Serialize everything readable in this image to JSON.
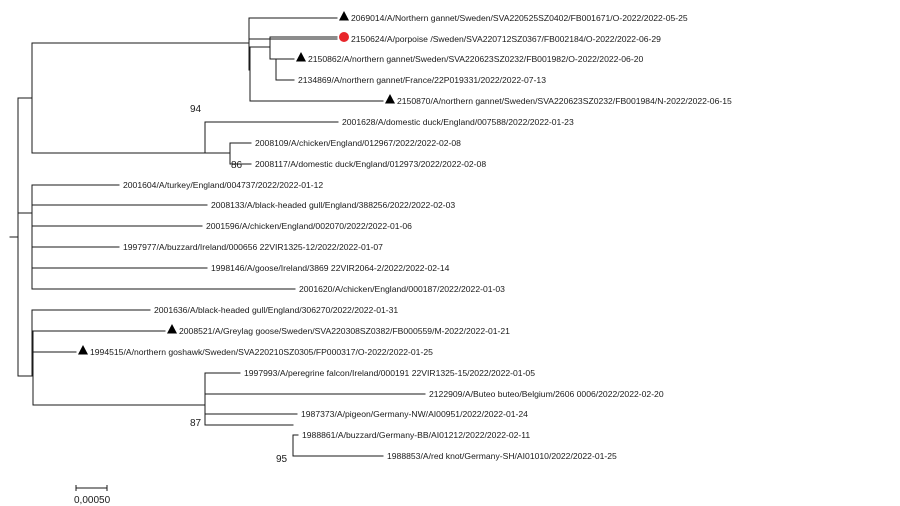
{
  "tree": {
    "leaves": [
      {
        "id": "l1",
        "label": "2069014/A/Northern gannet/Sweden/SVA220525SZ0402/FB001671/O-2022/2022-05-25",
        "marker": "triangle"
      },
      {
        "id": "l2",
        "label": "2150624/A/porpoise /Sweden/SVA220712SZ0367/FB002184/O-2022/2022-06-29",
        "marker": "circle"
      },
      {
        "id": "l3",
        "label": "2150862/A/northern gannet/Sweden/SVA220623SZ0232/FB001982/O-2022/2022-06-20",
        "marker": "triangle"
      },
      {
        "id": "l4",
        "label": "2134869/A/northern gannet/France/22P019331/2022/2022-07-13",
        "marker": "none"
      },
      {
        "id": "l5",
        "label": "2150870/A/northern gannet/Sweden/SVA220623SZ0232/FB001984/N-2022/2022-06-15",
        "marker": "triangle"
      },
      {
        "id": "l6",
        "label": "2001628/A/domestic duck/England/007588/2022/2022-01-23",
        "marker": "none"
      },
      {
        "id": "l7",
        "label": "2008109/A/chicken/England/012967/2022/2022-02-08",
        "marker": "none"
      },
      {
        "id": "l8",
        "label": "2008117/A/domestic duck/England/012973/2022/2022-02-08",
        "marker": "none"
      },
      {
        "id": "l9",
        "label": "2001604/A/turkey/England/004737/2022/2022-01-12",
        "marker": "none"
      },
      {
        "id": "l10",
        "label": "2008133/A/black-headed gull/England/388256/2022/2022-02-03",
        "marker": "none"
      },
      {
        "id": "l11",
        "label": "2001596/A/chicken/England/002070/2022/2022-01-06",
        "marker": "none"
      },
      {
        "id": "l12",
        "label": "1997977/A/buzzard/Ireland/000656 22VIR1325-12/2022/2022-01-07",
        "marker": "none"
      },
      {
        "id": "l13",
        "label": "1998146/A/goose/Ireland/3869 22VIR2064-2/2022/2022-02-14",
        "marker": "none"
      },
      {
        "id": "l14",
        "label": "2001620/A/chicken/England/000187/2022/2022-01-03",
        "marker": "none"
      },
      {
        "id": "l15",
        "label": "2001636/A/black-headed gull/England/306270/2022/2022-01-31",
        "marker": "none"
      },
      {
        "id": "l16",
        "label": "2008521/A/Greylag goose/Sweden/SVA220308SZ0382/FB000559/M-2022/2022-01-21",
        "marker": "triangle"
      },
      {
        "id": "l17",
        "label": "1994515/A/northern goshawk/Sweden/SVA220210SZ0305/FP000317/O-2022/2022-01-25",
        "marker": "triangle"
      },
      {
        "id": "l18",
        "label": "1997993/A/peregrine falcon/Ireland/000191 22VIR1325-15/2022/2022-01-05",
        "marker": "none"
      },
      {
        "id": "l19",
        "label": "2122909/A/Buteo buteo/Belgium/2606 0006/2022/2022-02-20",
        "marker": "none"
      },
      {
        "id": "l20",
        "label": "1987373/A/pigeon/Germany-NW/AI00951/2022/2022-01-24",
        "marker": "none"
      },
      {
        "id": "l21",
        "label": "1988861/A/buzzard/Germany-BB/AI01212/2022/2022-02-11",
        "marker": "none"
      },
      {
        "id": "l22",
        "label": "1988853/A/red knot/Germany-SH/AI01010/2022/2022-01-25",
        "marker": "none"
      }
    ],
    "supports": [
      {
        "id": "s1",
        "value": "94"
      },
      {
        "id": "s2",
        "value": "86"
      },
      {
        "id": "s3",
        "value": "87"
      },
      {
        "id": "s4",
        "value": "95"
      }
    ],
    "scale_bar": {
      "label": "0,00050"
    },
    "colors": {
      "branch": "#1a1a1a",
      "triangle": "#000000",
      "circle": "#e8262b"
    }
  }
}
